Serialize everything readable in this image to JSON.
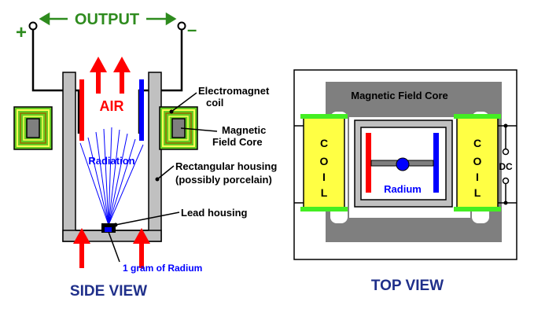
{
  "side_view": {
    "output_label": "OUTPUT",
    "plus_sign": "+",
    "minus_sign": "–",
    "air_label": "AIR",
    "radiation_label": "Radiation",
    "electromagnet_coil_label": [
      "Electromagnet",
      "coil"
    ],
    "magnetic_field_core_label": [
      "Magnetic",
      "Field Core"
    ],
    "housing_label": [
      "Rectangular housing",
      "(possibly porcelain)"
    ],
    "lead_housing_label": "Lead housing",
    "radium_gram_label": "1 gram of Radium",
    "caption": "SIDE VIEW"
  },
  "top_view": {
    "core_label": "Magnetic Field Core",
    "coil_left_letters": [
      "C",
      "O",
      "I",
      "L"
    ],
    "coil_right_letters": [
      "C",
      "O",
      "I",
      "L"
    ],
    "radium_label": "Radium",
    "dc_label": "DC",
    "caption": "TOP VIEW"
  },
  "colors": {
    "green_label": "#2e8b1e",
    "arrow_red": "#ff0000",
    "plate_blue": "#0000ff",
    "navy_caption": "#1f2f8a",
    "coil_yellow": "#ffff44",
    "coil_green_cap": "#44ee22",
    "core_gray": "#7f7f7f",
    "wall_gray": "#c0c0c0"
  }
}
